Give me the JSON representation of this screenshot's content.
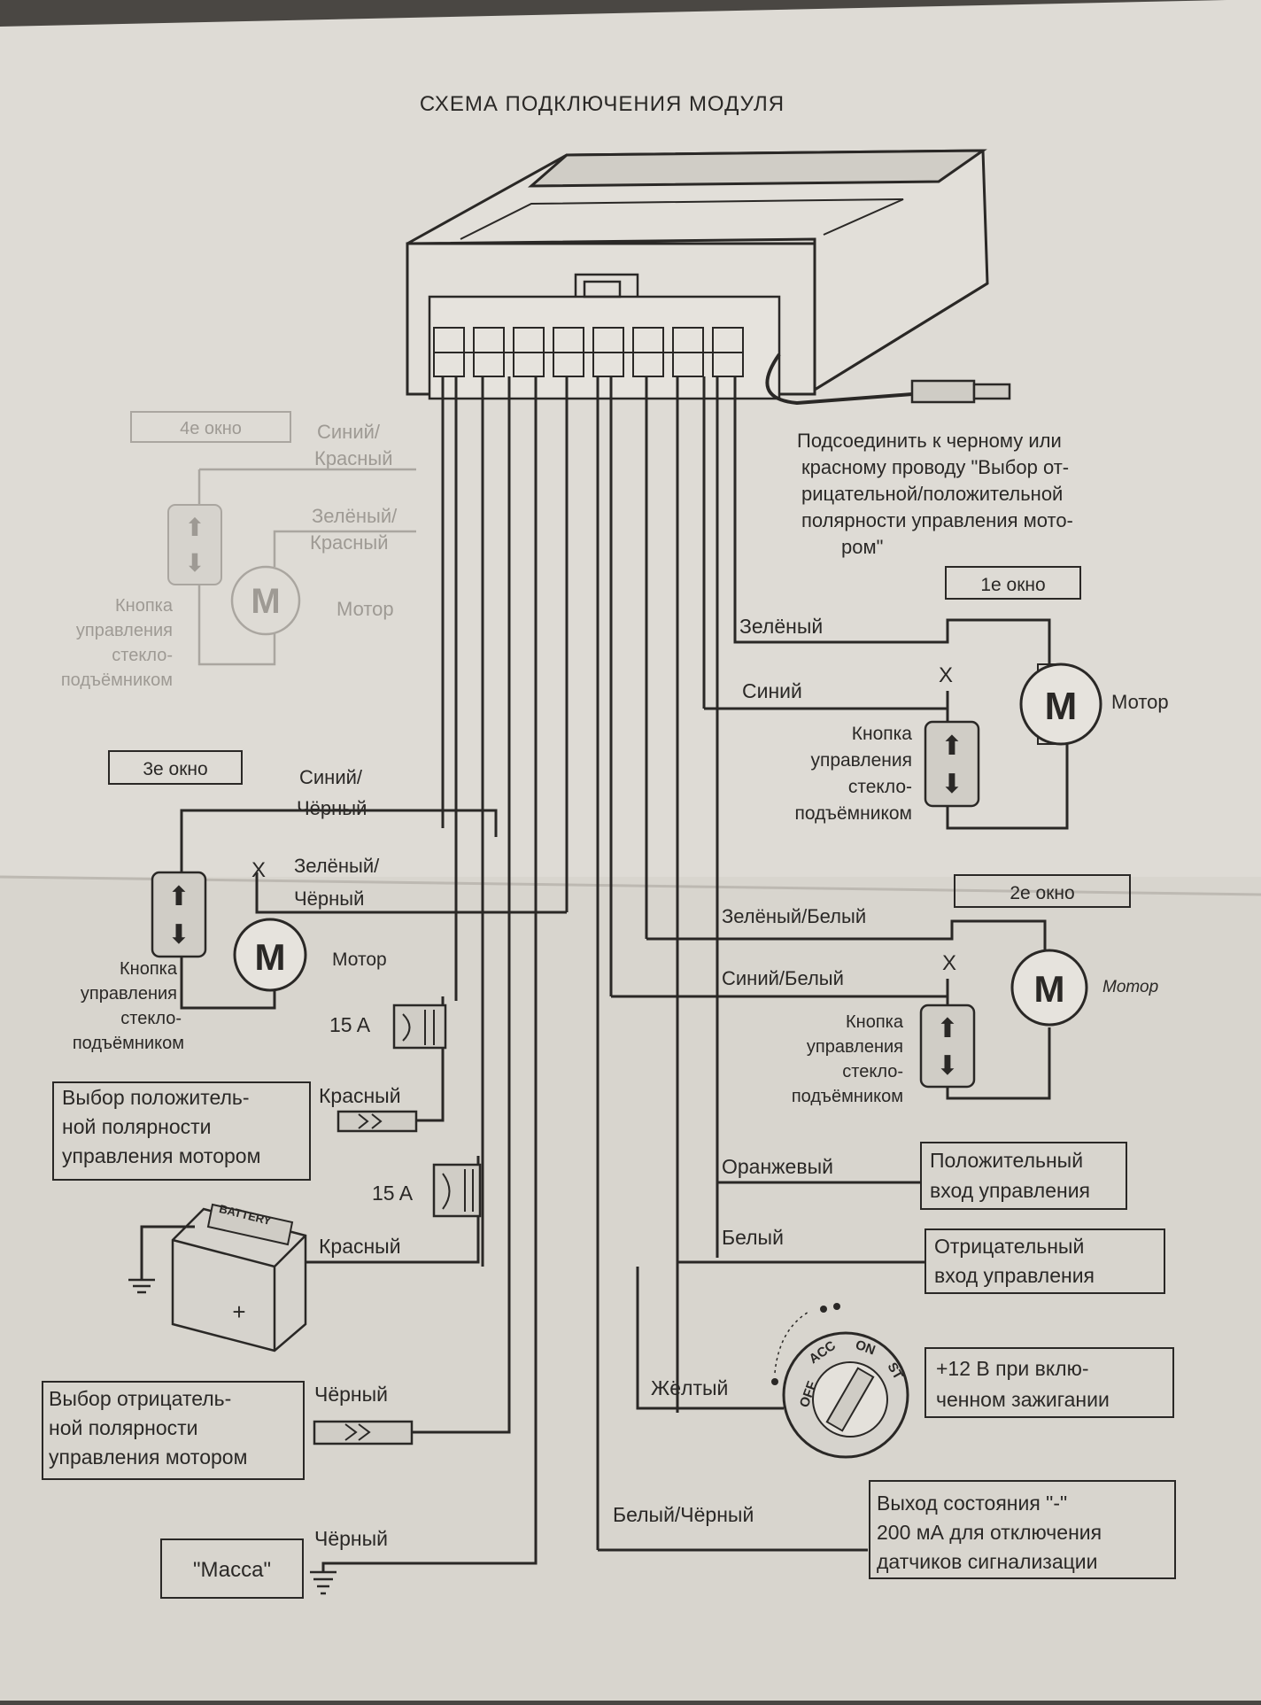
{
  "title": "СХЕМА ПОДКЛЮЧЕНИЯ МОДУЛЯ",
  "colors": {
    "paper": "#dedbd5",
    "ink": "#2a2826",
    "faded_ink": "#9e9a94",
    "background": "#4a4743"
  },
  "window4": {
    "box_label": "4е окно",
    "wire_blue_red": "Синий/ Красный",
    "wire_green_red": "Зелёный/ Красный",
    "motor_label": "Мотор",
    "button_label": [
      "Кнопка",
      "управления",
      "стекло-",
      "подъёмником"
    ]
  },
  "window1": {
    "box_label": "1е окно",
    "wire_green": "Зелёный",
    "wire_blue": "Синий",
    "motor_label": "Мотор",
    "button_label": [
      "Кнопка",
      "управления",
      "стекло-",
      "подъёмником"
    ]
  },
  "window2": {
    "box_label": "2е окно",
    "wire_green_white": "Зелёный/Белый",
    "wire_blue_white": "Синий/Белый",
    "motor_label": "Мотор",
    "button_label": [
      "Кнопка",
      "управления",
      "стекло-",
      "подъёмником"
    ]
  },
  "window3": {
    "box_label": "3е окно",
    "wire_blue_black": "Синий/ Чёрный",
    "wire_green_black": "Зелёный/ Чёрный",
    "motor_label": "Мотор",
    "button_label": [
      "Кнопка",
      "управления",
      "стекло-",
      "подъёмником"
    ]
  },
  "polarity_note": [
    "Подсоединить к черному или",
    "красному проводу \"Выбор от-",
    "рицательной/положительной",
    "полярности управления мото-",
    "ром\""
  ],
  "motor_symbol": "M",
  "cross_mark": "X",
  "fuse1": "15 A",
  "fuse2": "15 A",
  "positive_select": [
    "Выбор положитель-",
    "ной полярности",
    "управления мотором"
  ],
  "wire_red_1": "Красный",
  "wire_red_2": "Красный",
  "battery_label": "BATTERY",
  "negative_select": [
    "Выбор отрицатель-",
    "ной полярности",
    "управления мотором"
  ],
  "wire_black_1": "Чёрный",
  "wire_black_2": "Чёрный",
  "ground_label": "\"Масса\"",
  "wire_orange": "Оранжевый",
  "positive_input": [
    "Положительный",
    "вход управления"
  ],
  "wire_white": "Белый",
  "negative_input": [
    "Отрицательный",
    "вход управления"
  ],
  "wire_yellow": "Жёлтый",
  "ignition_positions": [
    "OFF",
    "ACC",
    "ON",
    "ST"
  ],
  "ignition_note": [
    "+12 В при вклю-",
    "ченном зажигании"
  ],
  "wire_white_black": "Белый/Чёрный",
  "status_output": [
    "Выход состояния \"-\"",
    "200 мА для отключения",
    "датчиков сигнализации"
  ]
}
